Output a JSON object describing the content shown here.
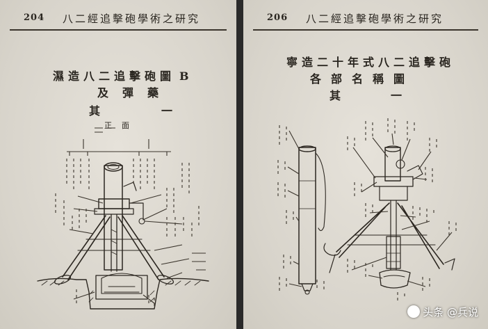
{
  "left_page": {
    "page_number": "204",
    "running_title": "八二經追擊砲學術之研究",
    "caption": {
      "line1_left": "濕造八二追擊砲圖",
      "line1_right": "B",
      "line2": "及彈藥",
      "line3": "其一",
      "subcaption": "正面"
    }
  },
  "right_page": {
    "page_number": "206",
    "running_title": "八二經追擊砲學術之研究",
    "caption": {
      "line1": "寧造二十年式八二追擊砲",
      "line2": "各部名稱圖",
      "line3": "其一"
    }
  },
  "watermark": {
    "text": "头条 @兵说"
  }
}
